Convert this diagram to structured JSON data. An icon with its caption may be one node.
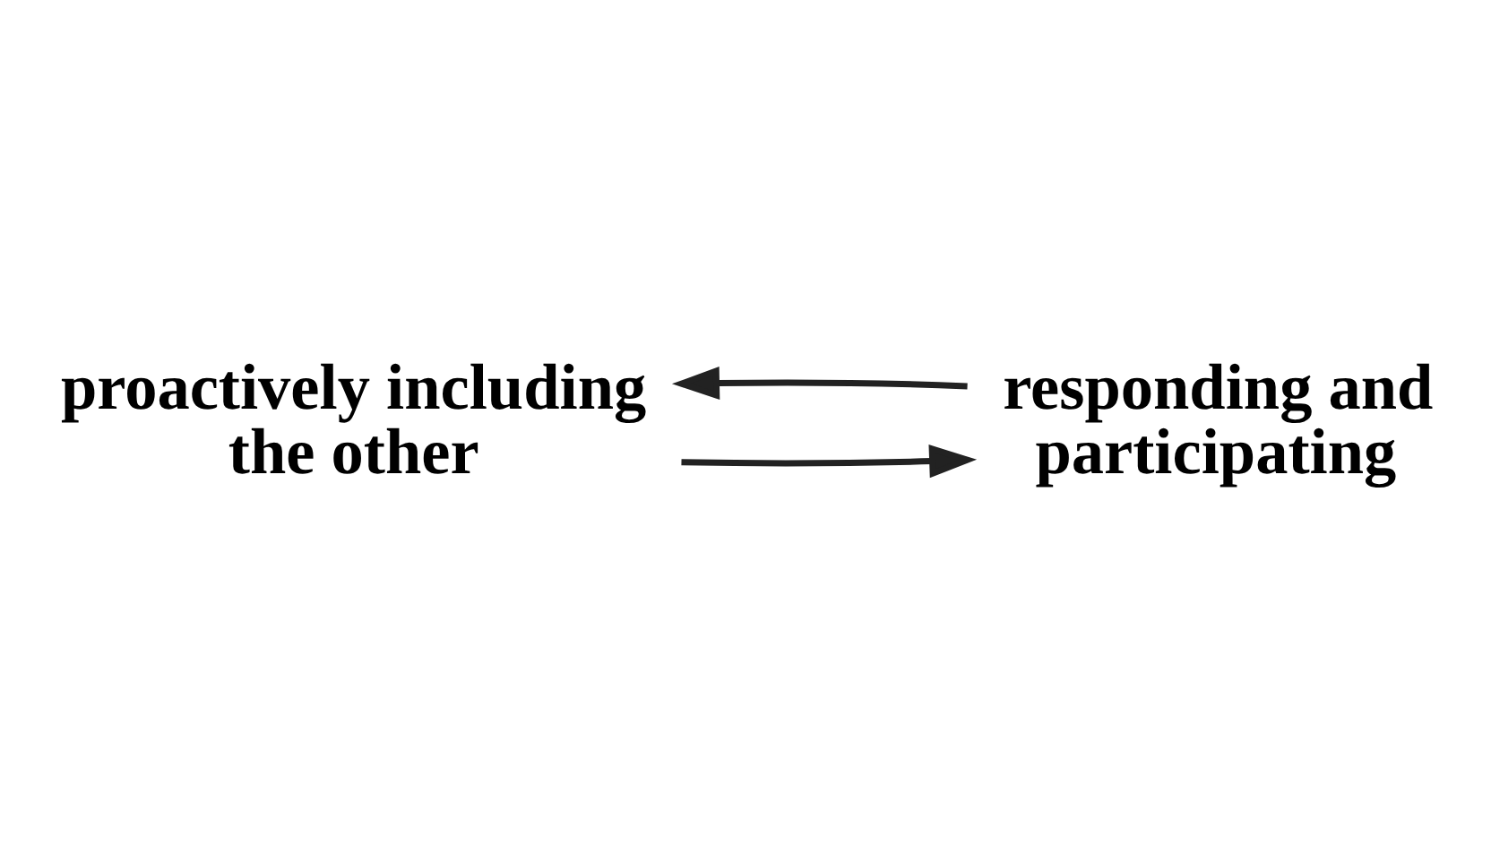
{
  "diagram": {
    "nodes": [
      {
        "text": [
          "proactively including the other"
        ]
      },
      {
        "text": [
          "responding and participating"
        ]
      }
    ],
    "edges": [
      {
        "from": 0,
        "to": 1,
        "arrow": "to"
      },
      {
        "from": 1,
        "to": 0,
        "arrow": "to"
      }
    ]
  }
}
